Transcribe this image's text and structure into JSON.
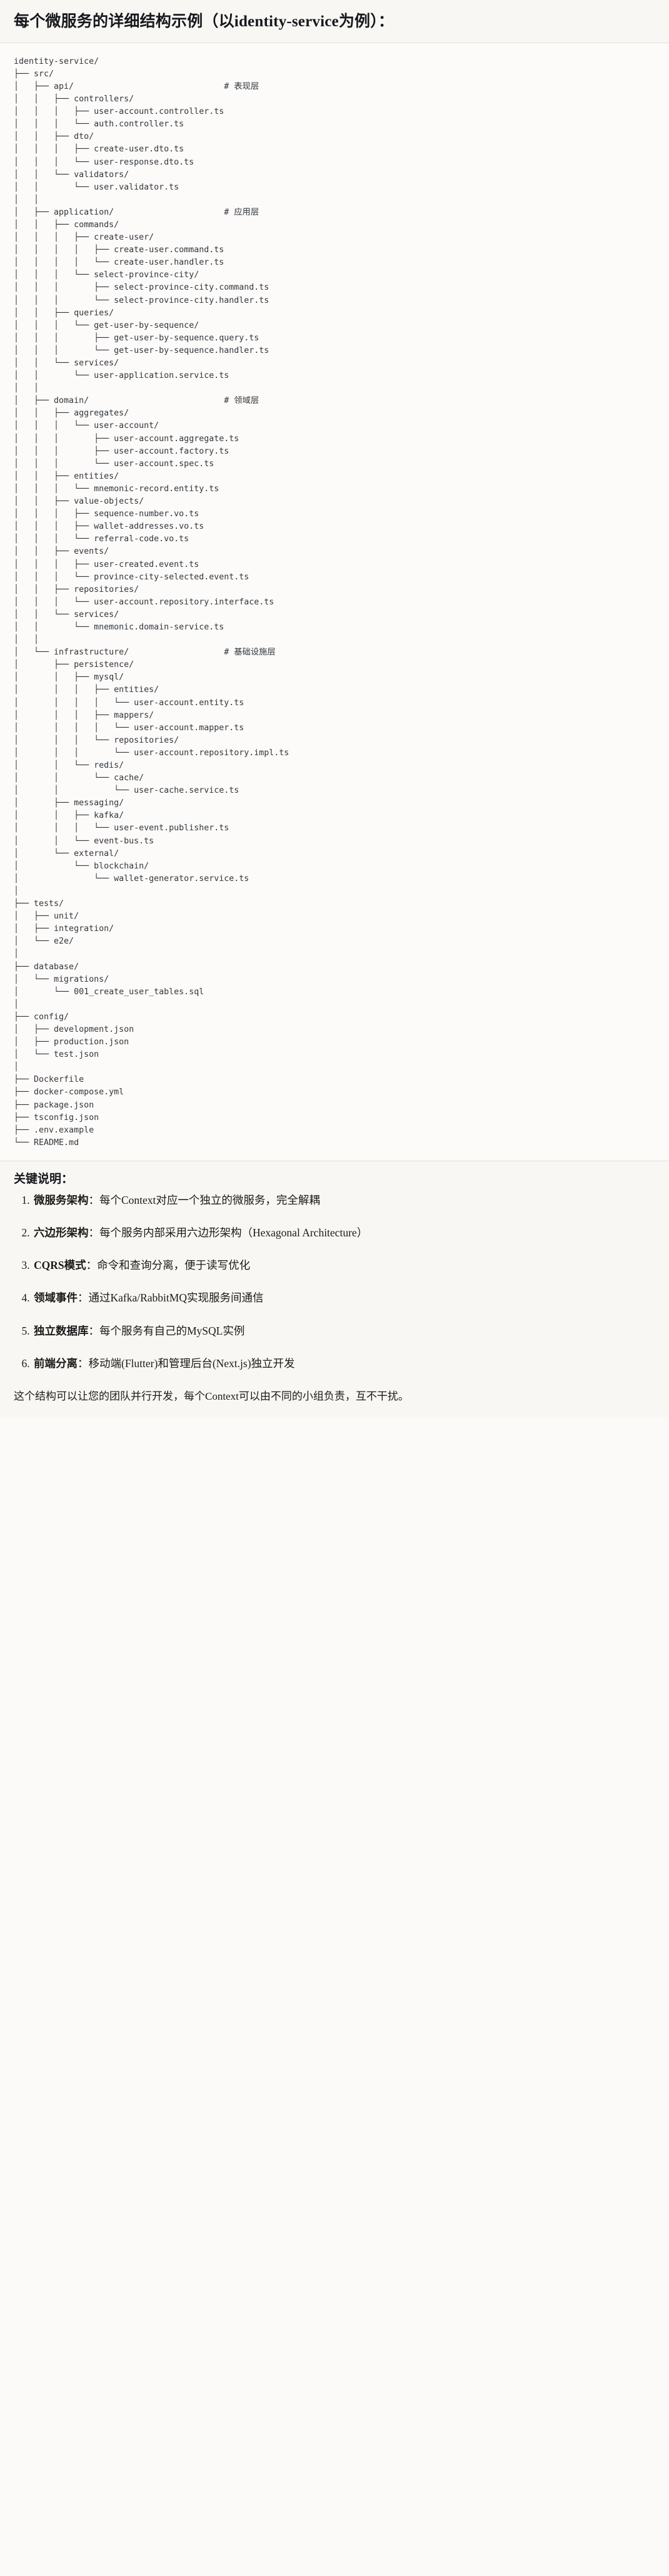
{
  "document": {
    "heading": "每个微服务的详细结构示例（以identity-service为例）：",
    "tree_block": "identity-service/\n├── src/\n│   ├── api/                              # 表现层\n│   │   ├── controllers/\n│   │   │   ├── user-account.controller.ts\n│   │   │   └── auth.controller.ts\n│   │   ├── dto/\n│   │   │   ├── create-user.dto.ts\n│   │   │   └── user-response.dto.ts\n│   │   └── validators/\n│   │       └── user.validator.ts\n│   │\n│   ├── application/                      # 应用层\n│   │   ├── commands/\n│   │   │   ├── create-user/\n│   │   │   │   ├── create-user.command.ts\n│   │   │   │   └── create-user.handler.ts\n│   │   │   └── select-province-city/\n│   │   │       ├── select-province-city.command.ts\n│   │   │       └── select-province-city.handler.ts\n│   │   ├── queries/\n│   │   │   └── get-user-by-sequence/\n│   │   │       ├── get-user-by-sequence.query.ts\n│   │   │       └── get-user-by-sequence.handler.ts\n│   │   └── services/\n│   │       └── user-application.service.ts\n│   │\n│   ├── domain/                           # 领域层\n│   │   ├── aggregates/\n│   │   │   └── user-account/\n│   │   │       ├── user-account.aggregate.ts\n│   │   │       ├── user-account.factory.ts\n│   │   │       └── user-account.spec.ts\n│   │   ├── entities/\n│   │   │   └── mnemonic-record.entity.ts\n│   │   ├── value-objects/\n│   │   │   ├── sequence-number.vo.ts\n│   │   │   ├── wallet-addresses.vo.ts\n│   │   │   └── referral-code.vo.ts\n│   │   ├── events/\n│   │   │   ├── user-created.event.ts\n│   │   │   └── province-city-selected.event.ts\n│   │   ├── repositories/\n│   │   │   └── user-account.repository.interface.ts\n│   │   └── services/\n│   │       └── mnemonic.domain-service.ts\n│   │\n│   └── infrastructure/                   # 基础设施层\n│       ├── persistence/\n│       │   ├── mysql/\n│       │   │   ├── entities/\n│       │   │   │   └── user-account.entity.ts\n│       │   │   ├── mappers/\n│       │   │   │   └── user-account.mapper.ts\n│       │   │   └── repositories/\n│       │   │       └── user-account.repository.impl.ts\n│       │   └── redis/\n│       │       └── cache/\n│       │           └── user-cache.service.ts\n│       ├── messaging/\n│       │   ├── kafka/\n│       │   │   └── user-event.publisher.ts\n│       │   └── event-bus.ts\n│       └── external/\n│           └── blockchain/\n│               └── wallet-generator.service.ts\n│\n├── tests/\n│   ├── unit/\n│   ├── integration/\n│   └── e2e/\n│\n├── database/\n│   └── migrations/\n│       └── 001_create_user_tables.sql\n│\n├── config/\n│   ├── development.json\n│   ├── production.json\n│   └── test.json\n│\n├── Dockerfile\n├── docker-compose.yml\n├── package.json\n├── tsconfig.json\n├── .env.example\n└── README.md",
    "keypoints": {
      "title": "关键说明：",
      "items": [
        {
          "term": "微服务架构",
          "sep": "：",
          "desc": "每个Context对应一个独立的微服务，完全解耦"
        },
        {
          "term": "六边形架构",
          "sep": "：",
          "desc": "每个服务内部采用六边形架构（Hexagonal Architecture）"
        },
        {
          "term": "CQRS模式",
          "sep": "：",
          "desc": "命令和查询分离，便于读写优化"
        },
        {
          "term": "领域事件",
          "sep": "：",
          "desc": "通过Kafka/RabbitMQ实现服务间通信"
        },
        {
          "term": "独立数据库",
          "sep": "：",
          "desc": "每个服务有自己的MySQL实例"
        },
        {
          "term": "前端分离",
          "sep": "：",
          "desc": "移动端(Flutter)和管理后台(Next.js)独立开发"
        }
      ]
    },
    "closing": "这个结构可以让您的团队并行开发，每个Context可以由不同的小组负责，互不干扰。"
  },
  "colors": {
    "page_background": "#fbfaf8",
    "heading_background": "#f8f7f4",
    "code_background": "#fcfbf9",
    "text": "#1a1a1a",
    "code_text": "#32363d",
    "rule": "#e2e0da"
  }
}
